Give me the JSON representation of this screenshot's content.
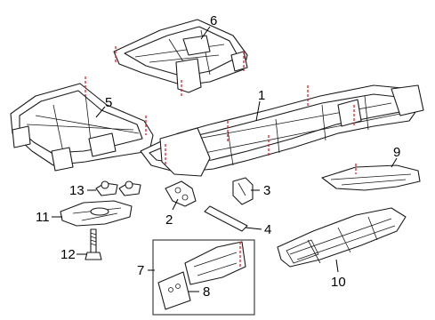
{
  "callouts": [
    {
      "id": "1",
      "label": "1"
    },
    {
      "id": "2",
      "label": "2"
    },
    {
      "id": "3",
      "label": "3"
    },
    {
      "id": "4",
      "label": "4"
    },
    {
      "id": "5",
      "label": "5"
    },
    {
      "id": "6",
      "label": "6"
    },
    {
      "id": "7",
      "label": "7"
    },
    {
      "id": "8",
      "label": "8"
    },
    {
      "id": "9",
      "label": "9"
    },
    {
      "id": "10",
      "label": "10"
    },
    {
      "id": "11",
      "label": "11"
    },
    {
      "id": "12",
      "label": "12"
    },
    {
      "id": "13",
      "label": "13"
    }
  ],
  "colors": {
    "line": "#1a1a1a",
    "cut_marker": "#e0202a",
    "background": "#ffffff"
  }
}
